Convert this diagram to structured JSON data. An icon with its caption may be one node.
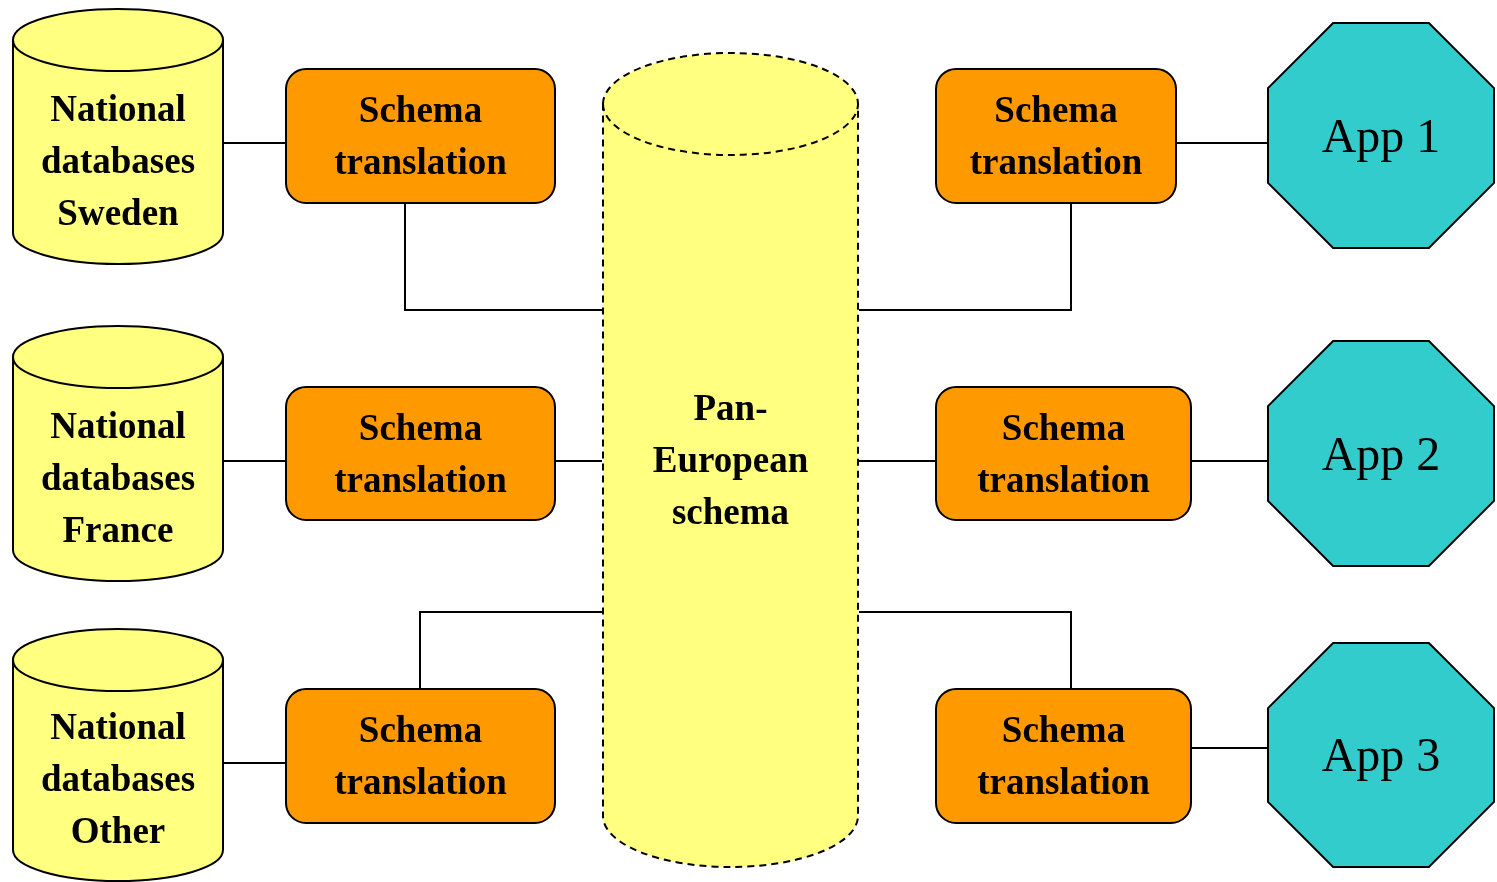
{
  "diagram": {
    "nodes": [
      {
        "text": [
          "National databases Sweden"
        ]
      },
      {
        "text": [
          "Schema translation"
        ]
      },
      {
        "text": [
          "Schema translation"
        ]
      },
      {
        "text": [
          "App 1"
        ]
      },
      {
        "text": [
          "National databases France"
        ]
      },
      {
        "text": [
          "Schema translation"
        ]
      },
      {
        "text": [
          "Pan-European schema"
        ]
      },
      {
        "text": [
          "Schema translation"
        ]
      },
      {
        "text": [
          "App 2"
        ]
      },
      {
        "text": [
          "National databases Other"
        ]
      },
      {
        "text": [
          "Schema translation"
        ]
      },
      {
        "text": [
          "Schema translation"
        ]
      },
      {
        "text": [
          "App 3"
        ]
      }
    ],
    "edges": [
      {
        "from": 0,
        "to": 1,
        "arrow": "none"
      },
      {
        "from": 1,
        "to": 6,
        "arrow": "none"
      },
      {
        "from": 6,
        "to": 2,
        "arrow": "none"
      },
      {
        "from": 2,
        "to": 3,
        "arrow": "none"
      },
      {
        "from": 4,
        "to": 5,
        "arrow": "none"
      },
      {
        "from": 5,
        "to": 6,
        "arrow": "none"
      },
      {
        "from": 6,
        "to": 7,
        "arrow": "none"
      },
      {
        "from": 7,
        "to": 8,
        "arrow": "none"
      },
      {
        "from": 9,
        "to": 10,
        "arrow": "none"
      },
      {
        "from": 10,
        "to": 6,
        "arrow": "none"
      },
      {
        "from": 6,
        "to": 11,
        "arrow": "none"
      },
      {
        "from": 11,
        "to": 12,
        "arrow": "none"
      }
    ]
  }
}
